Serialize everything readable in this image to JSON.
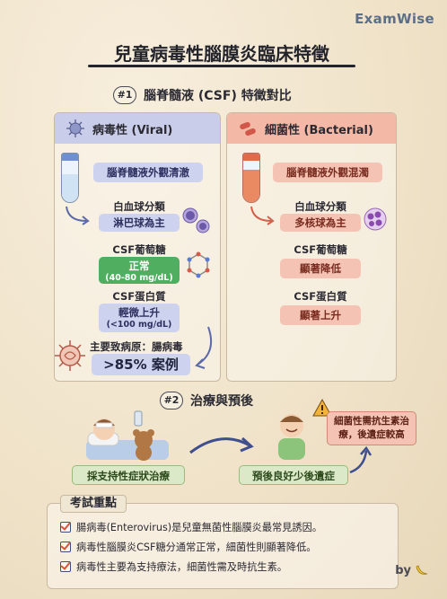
{
  "brand": "ExamWise",
  "title": "兒童病毒性腦膜炎臨床特徵",
  "section1": {
    "number": "#1",
    "heading": "腦脊髓液 (CSF) 特徵對比"
  },
  "viral": {
    "header": "病毒性 (Viral)",
    "appearance": "腦脊髓液外觀清澈",
    "wbc_label": "白血球分類",
    "wbc_value": "淋巴球為主",
    "glucose_label": "CSF葡萄糖",
    "glucose_value": "正常",
    "glucose_range": "(40-80 mg/dL)",
    "protein_label": "CSF蛋白質",
    "protein_value": "輕微上升",
    "protein_range": "(<100 mg/dL)",
    "pathogen_label": "主要致病原：腸病毒",
    "pathogen_value": ">85% 案例"
  },
  "bacterial": {
    "header": "細菌性 (Bacterial)",
    "appearance": "腦脊髓液外觀混濁",
    "wbc_label": "白血球分類",
    "wbc_value": "多核球為主",
    "glucose_label": "CSF葡萄糖",
    "glucose_value": "顯著降低",
    "protein_label": "CSF蛋白質",
    "protein_value": "顯著上升"
  },
  "section2": {
    "number": "#2",
    "heading": "治療與預後",
    "treatment": "採支持性症狀治療",
    "prognosis": "預後良好少後遺症",
    "bacterial_note": "細菌性需抗生素治療，後遺症較高"
  },
  "exam": {
    "title": "考試重點",
    "items": [
      "腸病毒(Enterovirus)是兒童無菌性腦膜炎最常見誘因。",
      "病毒性腦膜炎CSF糖分通常正常，細菌性則顯著降低。",
      "病毒性主要為支持療法，細菌性需及時抗生素。"
    ]
  },
  "footer": {
    "by": "by"
  },
  "colors": {
    "viral_header": "#c9cde9",
    "bacterial_header": "#f3b9a6",
    "normal_green": "#4fae5f",
    "accent_red": "#e0604a"
  }
}
